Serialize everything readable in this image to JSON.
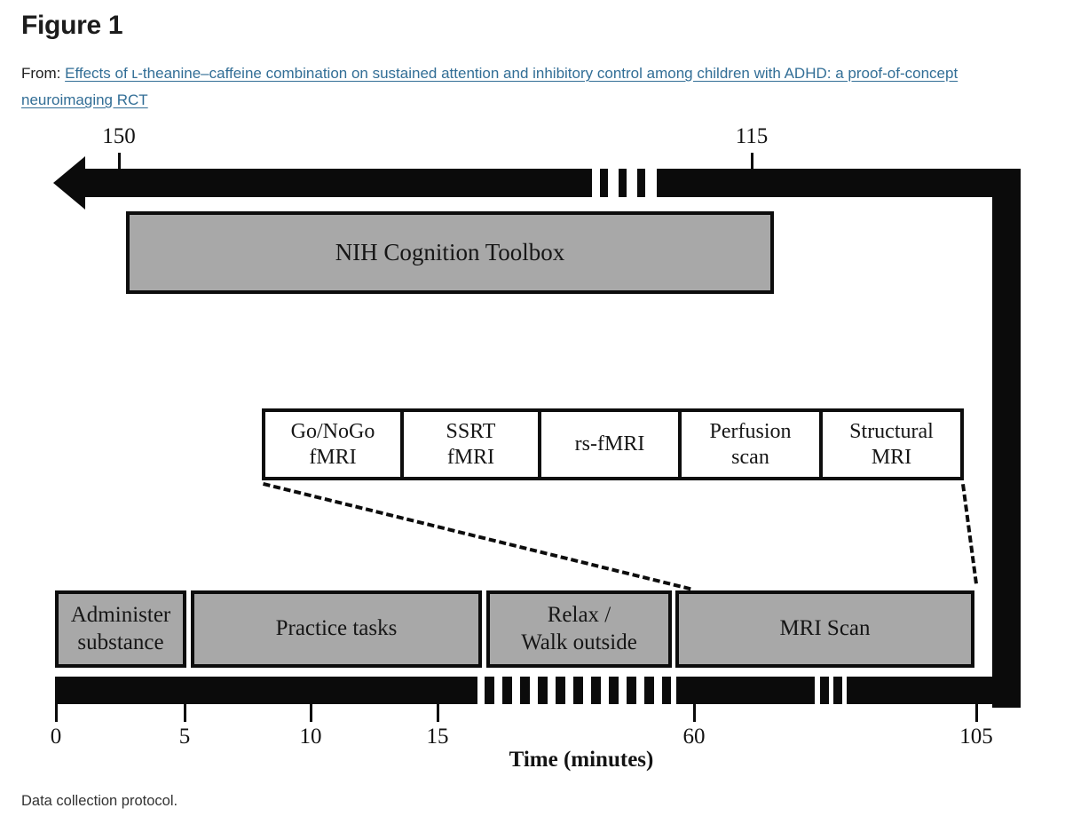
{
  "header": {
    "title": "Figure 1",
    "from_label": "From:",
    "link_line1": "Effects of ʟ-theanine–caffeine combination on sustained attention and inhibitory control among children with ADHD: a proof-of-concept",
    "link_line2": "neuroimaging RCT"
  },
  "caption": "Data collection protocol.",
  "diagram": {
    "upper_timeline": {
      "tick_labels": [
        "150",
        "115"
      ]
    },
    "nih_box_label": "NIH Cognition Toolbox",
    "mri_sequence_boxes": [
      "Go/NoGo\nfMRI",
      "SSRT\nfMRI",
      "rs-fMRI",
      "Perfusion\nscan",
      "Structural\nMRI"
    ],
    "protocol_boxes": [
      "Administer\nsubstance",
      "Practice tasks",
      "Relax /\nWalk outside",
      "MRI Scan"
    ],
    "lower_timeline": {
      "tick_labels": [
        "0",
        "5",
        "10",
        "15",
        "60",
        "105"
      ],
      "axis_label": "Time (minutes)"
    },
    "colors": {
      "box_gray": "#a8a8a8",
      "diagram_black": "#0b0b0b",
      "link_blue": "#326e96"
    }
  }
}
